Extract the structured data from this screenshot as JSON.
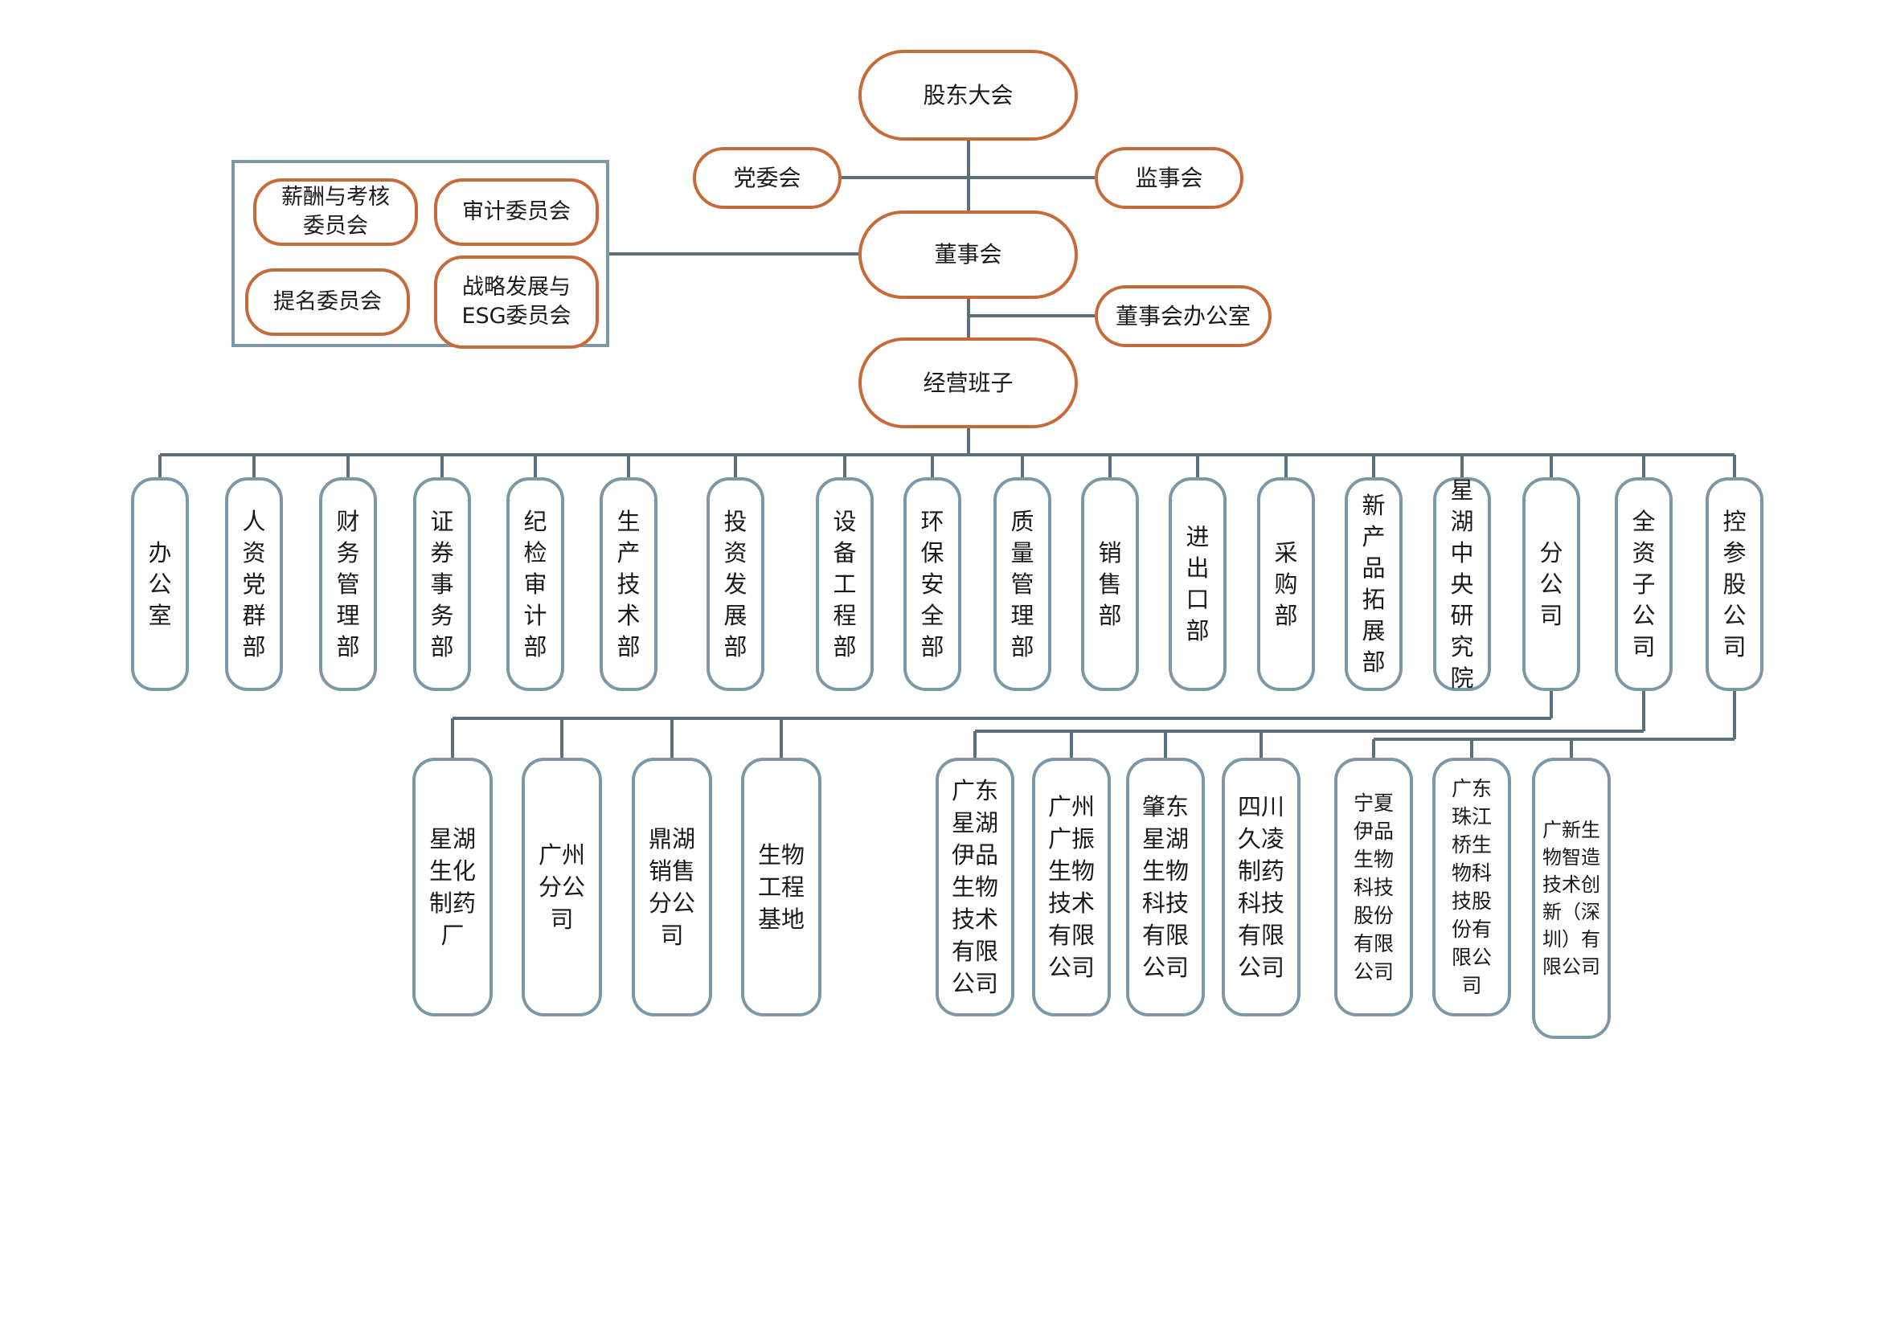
{
  "top": {
    "shareholders": "股东大会",
    "party": "党委会",
    "supervisory": "监事会",
    "board": "董事会",
    "board_office": "董事会办公室",
    "management": "经营班子"
  },
  "committees": {
    "compensation": "薪酬与考核委员会",
    "audit": "审计委员会",
    "nomination": "提名委员会",
    "strategy": "战略发展与ESG委员会"
  },
  "departments": [
    "办公室",
    "人资党群部",
    "财务管理部",
    "证券事务部",
    "纪检审计部",
    "生产技术部",
    "投资发展部",
    "设备工程部",
    "环保安全部",
    "质量管理部",
    "销售部",
    "进出口部",
    "采购部",
    "新产品拓展部",
    "星湖中央研究院",
    "分公司",
    "全资子公司",
    "控参股公司"
  ],
  "branches": [
    "星湖生化制药厂",
    "广州分公司",
    "鼎湖销售分公司",
    "生物工程基地"
  ],
  "wholly_owned": [
    "广东星湖伊品生物技术有限公司",
    "广州广振生物技术有限公司",
    "肇东星湖生物科技有限公司",
    "四川久凌制药科技有限公司"
  ],
  "holdings": [
    "宁夏伊品生物科技股份有限公司",
    "广东珠江桥生物科技股份有限公司",
    "广新生物智造技术创新（深圳）有限公司"
  ],
  "colors": {
    "oval_border": "#c76a3a",
    "box_border": "#7b97a8",
    "line": "#5c6f7c"
  }
}
